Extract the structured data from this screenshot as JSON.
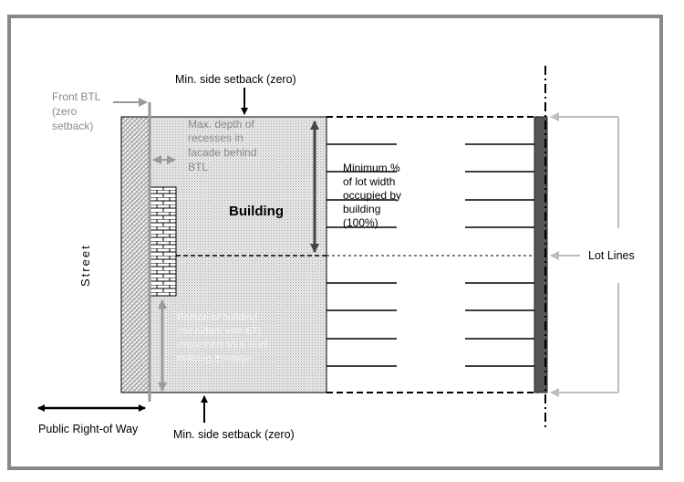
{
  "labels": {
    "top_side_setback": "Min. side setback (zero)",
    "bottom_side_setback": "Min. side setback (zero)",
    "front_btl": [
      "Front BTL",
      "(zero",
      "setback)"
    ],
    "max_depth": [
      "Max. depth of",
      "recesses in",
      "facade  behind",
      "BTL"
    ],
    "building": "Building",
    "min_lot_width": [
      "Minimum %",
      "of lot width",
      "occupied by",
      "building",
      "(100%)"
    ],
    "portion": [
      "Portion of building",
      "coincident with BTL",
      "expressed as a % of",
      "building frontage"
    ],
    "street": "Street",
    "lot_lines": "Lot Lines",
    "public_row": "Public Right-of Way"
  },
  "colors": {
    "frame": "#888888",
    "dark_bar": "#555555",
    "callout_gray": "#9a9a9a",
    "building_fill": "#d9d9d9"
  }
}
